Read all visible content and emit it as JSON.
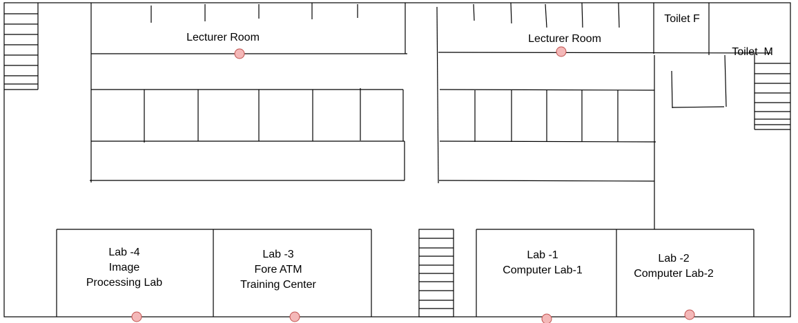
{
  "rooms": {
    "lecturer_room_left": "Lecturer Room",
    "lecturer_room_right": "Lecturer Room",
    "toilet_f": "Toilet F",
    "toilet_m": "Toilet  M",
    "lab4": {
      "line1": "Lab -4",
      "line2": "Image",
      "line3": "Processing Lab"
    },
    "lab3": {
      "line1": "Lab -3",
      "line2": "Fore ATM",
      "line3": "Training Center"
    },
    "lab1": {
      "line1": "Lab -1",
      "line2": "Computer Lab-1"
    },
    "lab2": {
      "line1": "Lab -2",
      "line2": "Computer Lab-2"
    }
  },
  "colors": {
    "wall": "#000000",
    "marker_fill": "#f4b8b8",
    "marker_stroke": "#c0504d"
  }
}
